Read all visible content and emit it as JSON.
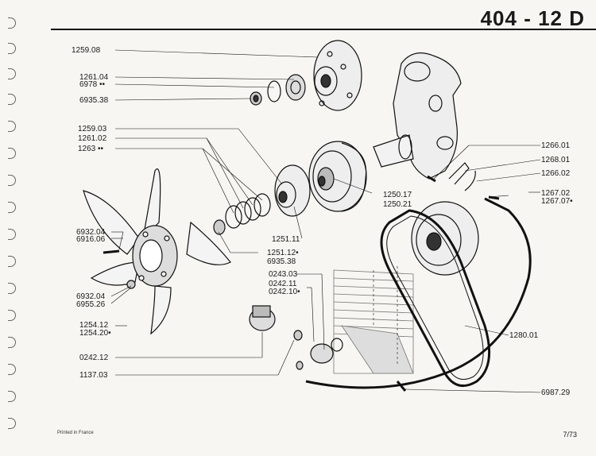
{
  "header": {
    "title": "404 - 12 D",
    "page_number": "7/73"
  },
  "footer": {
    "printed": "Printed in France"
  },
  "labels": {
    "l1": "1259.08",
    "l2": "1261.04",
    "l3": "6978 ••",
    "l4": "6935.38",
    "l5": "1259.03",
    "l6": "1261.02",
    "l7": "1263 ••",
    "l8": "6932.04",
    "l9": "6916.06",
    "l10": "1251.11",
    "l11": "1251.12•",
    "l12": "6935.38",
    "l13": "0243.03",
    "l14": "0242.11",
    "l15": "0242.10•",
    "l16": "6932.04",
    "l17": "6955.26",
    "l18": "1254.12",
    "l19": "1254.20•",
    "l20": "0242.12",
    "l21": "1137.03",
    "l22": "1250.17",
    "l23": "1250.21",
    "l24": "1266.01",
    "l25": "1268.01",
    "l26": "1266.02",
    "l27": "1267.02",
    "l28": "1267.07•",
    "l29": "1280.01",
    "l30": "6987.29"
  }
}
